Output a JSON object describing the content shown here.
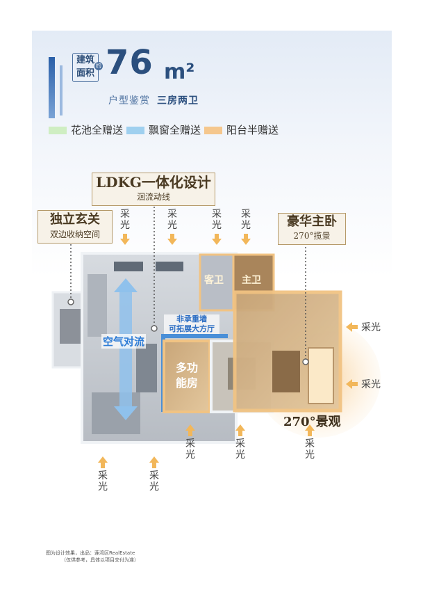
{
  "header": {
    "area_label_line1": "建筑",
    "area_label_line2": "面积",
    "area_dot": "约",
    "area_value": "76",
    "area_unit": "m²",
    "subtitle_left": "户型鉴赏",
    "subtitle_right": "三房两卫"
  },
  "legend": [
    {
      "label": "花池全赠送",
      "color": "#cfeec2"
    },
    {
      "label": "飘窗全赠送",
      "color": "#9fd0ef"
    },
    {
      "label": "阳台半赠送",
      "color": "#f5c78d"
    }
  ],
  "labels": {
    "ldkg_title": "LDKG一体化设计",
    "ldkg_sub": "洄流动线",
    "entrance_title": "独立玄关",
    "entrance_sub": "双边收纳空间",
    "master_title": "豪华主卧",
    "master_sub": "270°揽景"
  },
  "rooms": {
    "guest_bath": "客卫",
    "master_bath": "主卫",
    "air_flow": "空气对流",
    "nonbearing_line1": "非承重墙",
    "nonbearing_line2": "可拓展大方厅",
    "multi_room_line1": "多功",
    "multi_room_line2": "能房",
    "view_270": "270°景观"
  },
  "light_text": "采光",
  "footer": {
    "line1": "图为设计效果，出品：莲湾区RealEstate",
    "line2": "（仅供参考，具体以项目交付为准）"
  },
  "colors": {
    "accent_blue": "#2b4f7e",
    "light_arrow": "#f2b75a",
    "label_border": "#b59a6a"
  }
}
